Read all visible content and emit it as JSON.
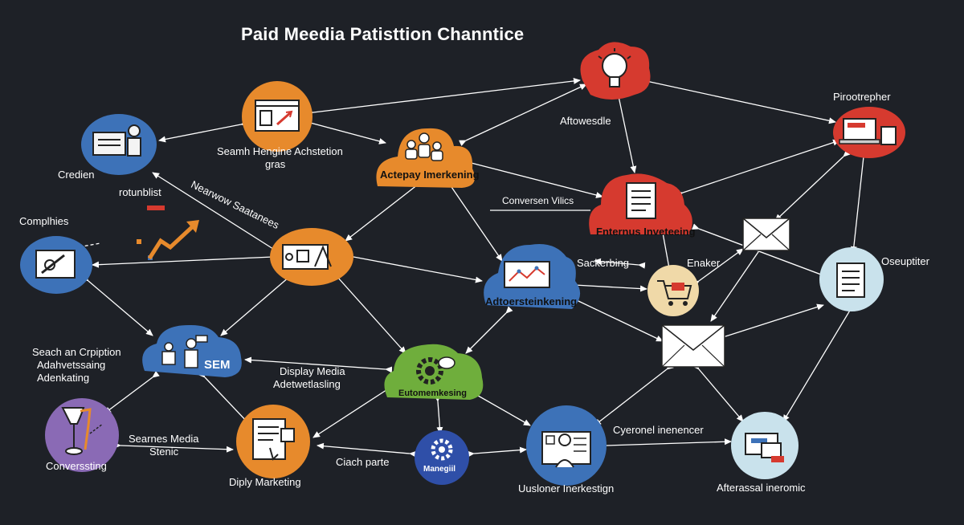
{
  "title": "Paid Meedia Patisttion Channtice",
  "colors": {
    "background": "#1e2127",
    "blue": "#3d72b8",
    "orange": "#e78a2c",
    "red": "#d63a2f",
    "green": "#6fae3c",
    "purple": "#8a6ab5",
    "light_blue": "#c9e2ec",
    "edge": "#ffffff"
  },
  "nodes": {
    "search_engine": {
      "label_line1": "Seamh Hengine Achstetion",
      "label_line2": "gras"
    },
    "actepay": {
      "label": "Actepay Imerkening"
    },
    "idea": {
      "label": "Aftowesdle"
    },
    "procter": {
      "label": "Pirootrepher"
    },
    "credien": {
      "label": "Credien"
    },
    "routblist": {
      "label": "rotunblist"
    },
    "complies": {
      "label": "Complhies"
    },
    "nearby": {
      "label": "Nearwow Saatanees"
    },
    "conversion_vilics": {
      "label": "Conversen Vilics"
    },
    "fnternus": {
      "label": "Fnternus Inveteeing"
    },
    "adversteinkening": {
      "label": "Adtoersteinkening"
    },
    "sackerbing": {
      "label": "Sackerbing"
    },
    "enaker": {
      "label": "Enaker"
    },
    "ossupitter": {
      "label": "Oseuptiter"
    },
    "sem": {
      "label": "SEM"
    },
    "search_cription": {
      "label_line1": "Seach an Crpiption",
      "label_line2": "Adahvetssaing",
      "label_line3": "Adenkating"
    },
    "display_media": {
      "label_line1": "Display Media",
      "label_line2": "Adetwetlasling"
    },
    "eutomemkesing": {
      "label": "Eutomemkesing"
    },
    "conversting": {
      "label": "Converssting"
    },
    "search_media_static": {
      "label_line1": "Searnes Media",
      "label_line2": "Stenic"
    },
    "display_marketing": {
      "label": "Diply Marketing"
    },
    "clach_parte": {
      "label": "Ciach parte"
    },
    "manegiil": {
      "label": "Manegiil"
    },
    "usioner": {
      "label": "Uusloner Inerkestign"
    },
    "cyebrenal": {
      "label": "Cyeronel inenencer"
    },
    "afteassal": {
      "label": "Afterassal  ineromic"
    }
  }
}
